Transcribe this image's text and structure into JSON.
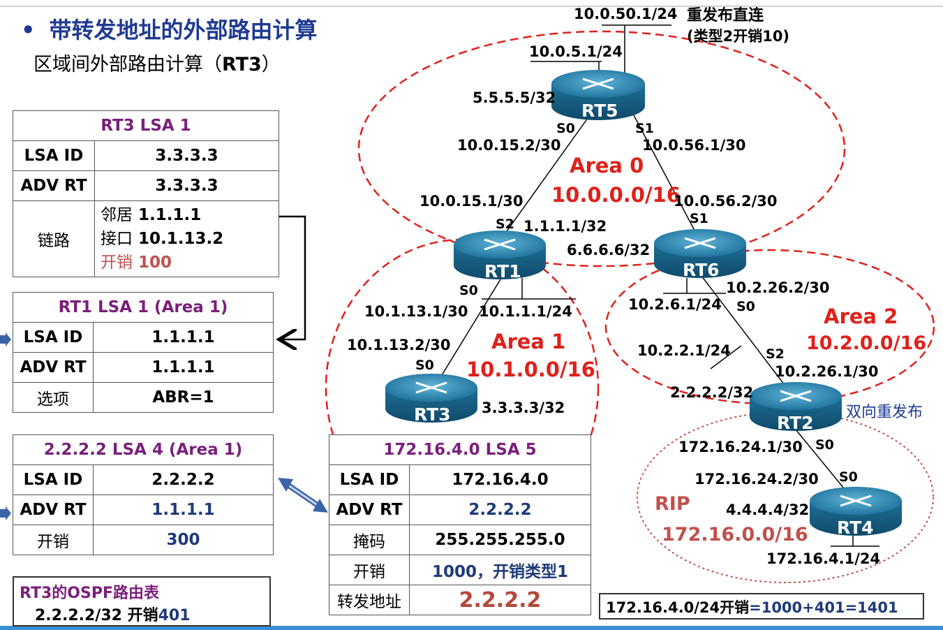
{
  "header": {
    "bullet": "•",
    "title": "带转发地址的外部路由计算",
    "subtitle_prefix": "区域间外部路由计算（",
    "subtitle_bold": "RT3",
    "subtitle_suffix": "）"
  },
  "rt3_lsa1": {
    "title": "RT3 LSA 1",
    "rows": [
      {
        "k": "LSA ID",
        "v": "3.3.3.3"
      },
      {
        "k": "ADV RT",
        "v": "3.3.3.3"
      }
    ],
    "link_label": "链路",
    "link_neighbor_label": "邻居",
    "link_neighbor": "1.1.1.1",
    "link_iface_label": "接口",
    "link_iface": "10.1.13.2",
    "link_cost_label": "开销",
    "link_cost": "100"
  },
  "rt1_lsa1": {
    "title": "RT1 LSA 1 (Area 1)",
    "rows": [
      {
        "k": "LSA ID",
        "v": "1.1.1.1"
      },
      {
        "k": "ADV RT",
        "v": "1.1.1.1"
      },
      {
        "k": "选项",
        "v": "ABR=1"
      }
    ]
  },
  "lsa4": {
    "title": "2.2.2.2  LSA 4 (Area 1)",
    "rows": [
      {
        "k": "LSA ID",
        "v": "2.2.2.2"
      },
      {
        "k": "ADV RT",
        "v": "1.1.1.1"
      },
      {
        "k": "开销",
        "v": "300"
      }
    ]
  },
  "lsa5": {
    "title": "172.16.4.0  LSA 5",
    "rows": [
      {
        "k": "LSA ID",
        "v": "172.16.4.0"
      },
      {
        "k": "ADV RT",
        "v": "2.2.2.2"
      },
      {
        "k": "掩码",
        "v": "255.255.255.0"
      },
      {
        "k": "开销",
        "v": "1000，开销类型1"
      },
      {
        "k": "转发地址",
        "v": "2.2.2.2"
      }
    ]
  },
  "route_table": {
    "title": "RT3的OSPF路由表",
    "entry_prefix": "2.2.2.2/32  开销",
    "entry_cost": "401"
  },
  "result": {
    "prefix": "172.16.4.0/24开销",
    "formula": "=1000+401=1401"
  },
  "routers": {
    "rt5": "RT5",
    "rt1": "RT1",
    "rt6": "RT6",
    "rt3": "RT3",
    "rt2": "RT2",
    "rt4": "RT4"
  },
  "areas": {
    "a0_name": "Area 0",
    "a0_net": "10.0.0.0/16",
    "a1_name": "Area 1",
    "a1_net": "10.1.0.0/16",
    "a2_name": "Area 2",
    "a2_net": "10.2.0.0/16",
    "rip_name": "RIP",
    "rip_net": "172.16.0.0/16"
  },
  "labels": {
    "rt5_net50": "10.0.50.1/24",
    "redist": "重发布直连",
    "redist_type": "(类型2开销10)",
    "rt5_net5": "10.0.5.1/24",
    "rt5_lo": "5.5.5.5/32",
    "rt5_s0": "S0",
    "rt5_s1": "S1",
    "rt5_s0_ip": "10.0.15.2/30",
    "rt5_s1_ip": "10.0.56.1/30",
    "rt1_s2_ip": "10.0.15.1/30",
    "rt6_s1_ip": "10.0.56.2/30",
    "rt1_s2": "S2",
    "rt6_s1": "S1",
    "rt1_lo": "1.1.1.1/32",
    "rt6_lo": "6.6.6.6/32",
    "rt1_s0": "S0",
    "rt1_s0_ip": "10.1.13.1/30",
    "rt1_lan": "10.1.1.1/24",
    "rt3_s0_ip": "10.1.13.2/30",
    "rt3_s0": "S0",
    "rt3_lo": "3.3.3.3/32",
    "rt6_lan": "10.2.6.1/24",
    "rt6_s0_ip": "10.2.26.2/30",
    "rt6_s0": "S0",
    "rt2_lan": "10.2.2.1/24",
    "rt2_s2": "S2",
    "rt2_s2_ip": "10.2.26.1/30",
    "rt2_lo": "2.2.2.2/32",
    "bidir": "双向重发布",
    "rt2_s0_ip": "172.16.24.1/30",
    "rt2_s0": "S0",
    "rt4_s0_ip": "172.16.24.2/30",
    "rt4_s0": "S0",
    "rt4_lo": "4.4.4.4/32",
    "rt4_lan": "172.16.4.1/24"
  },
  "colors": {
    "title": "#1f3a93",
    "purple": "#7a1f7a",
    "area_red": "#e0201a",
    "router_blue": "#1c7aa8"
  }
}
